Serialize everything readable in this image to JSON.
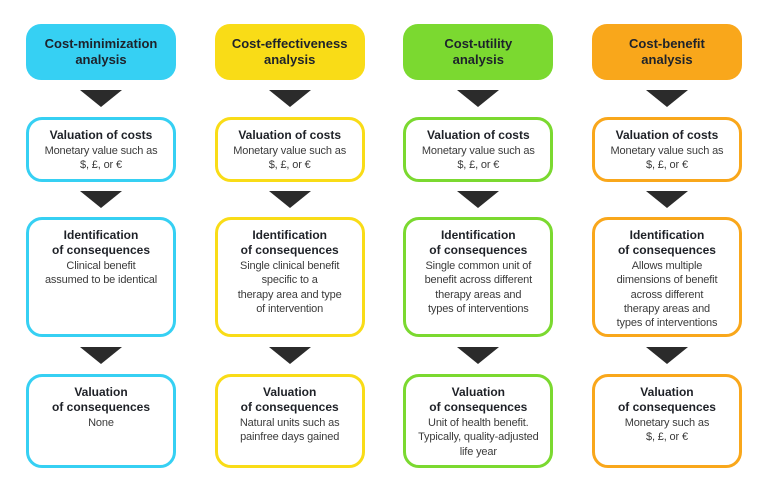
{
  "colors": {
    "arrow": "#2b2b2b",
    "background": "#ffffff",
    "heading_text": "#1e2127",
    "body_text": "#3b3b3b"
  },
  "columns": [
    {
      "name": "cost-minimization-analysis",
      "accent": "#36d0f3",
      "header": "Cost-minimization\nanalysis",
      "costs": {
        "title": "Valuation of costs",
        "body": "Monetary value such as\n$, £, or €"
      },
      "identification": {
        "title": "Identification\nof consequences",
        "body": "Clinical benefit\nassumed to be identical"
      },
      "valuation": {
        "title": "Valuation\nof consequences",
        "body": "None"
      }
    },
    {
      "name": "cost-effectiveness-analysis",
      "accent": "#f9dc17",
      "header": "Cost-effectiveness\nanalysis",
      "costs": {
        "title": "Valuation of costs",
        "body": "Monetary value such as\n$, £, or €"
      },
      "identification": {
        "title": "Identification\nof consequences",
        "body": "Single clinical benefit\nspecific to a\ntherapy area and type\nof intervention"
      },
      "valuation": {
        "title": "Valuation\nof consequences",
        "body": "Natural units such as\npainfree days gained"
      }
    },
    {
      "name": "cost-utility-analysis",
      "accent": "#7bd930",
      "header": "Cost-utility\nanalysis",
      "costs": {
        "title": "Valuation of costs",
        "body": "Monetary value such as\n$, £, or €"
      },
      "identification": {
        "title": "Identification\nof consequences",
        "body": "Single common unit of\nbenefit across different\ntherapy areas and\ntypes of interventions"
      },
      "valuation": {
        "title": "Valuation\nof consequences",
        "body": "Unit of health benefit.\nTypically, quality-adjusted\nlife year"
      }
    },
    {
      "name": "cost-benefit-analysis",
      "accent": "#f9a71b",
      "header": "Cost-benefit\nanalysis",
      "costs": {
        "title": "Valuation of costs",
        "body": "Monetary value such as\n$, £, or €"
      },
      "identification": {
        "title": "Identification\nof consequences",
        "body": "Allows multiple\ndimensions of benefit\nacross different\ntherapy areas and\ntypes of interventions"
      },
      "valuation": {
        "title": "Valuation\nof consequences",
        "body": "Monetary such as\n$, £, or €"
      }
    }
  ]
}
